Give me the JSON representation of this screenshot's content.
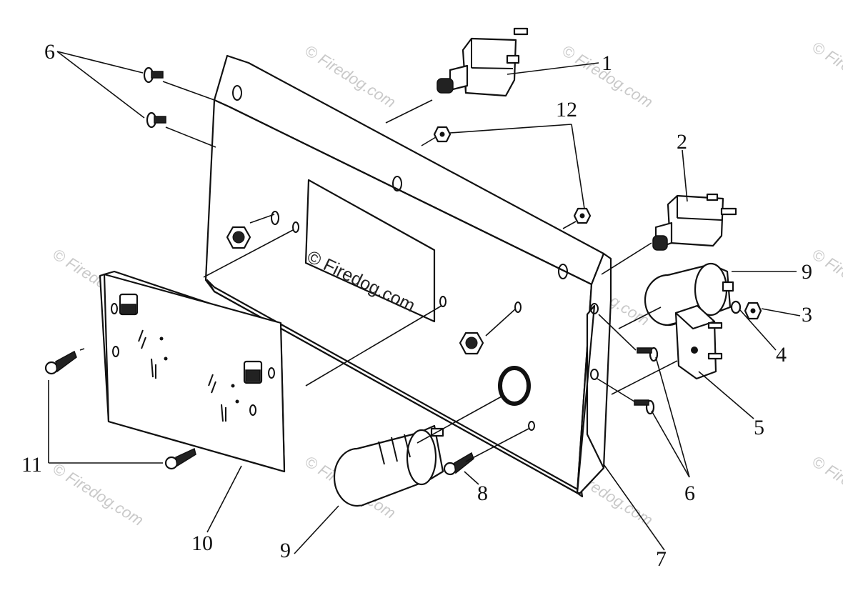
{
  "diagram": {
    "labels": {
      "l1": "1",
      "l2": "2",
      "l3": "3",
      "l4": "4",
      "l5": "5",
      "l6a": "6",
      "l6b": "6",
      "l7": "7",
      "l8": "8",
      "l9a": "9",
      "l9b": "9",
      "l10": "10",
      "l11": "11",
      "l12": "12"
    },
    "watermark_main": "© Firedog.com",
    "watermark_repeat": "© Firedog.com"
  },
  "colors": {
    "line": "#111111",
    "watermark": "#c9c9c9",
    "background": "#ffffff"
  }
}
